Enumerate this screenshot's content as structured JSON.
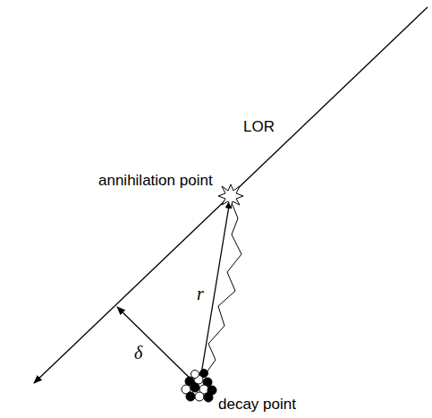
{
  "diagram": {
    "labels": [
      "LOR",
      "annihilation point",
      "r",
      "δ",
      "decay point"
    ]
  }
}
